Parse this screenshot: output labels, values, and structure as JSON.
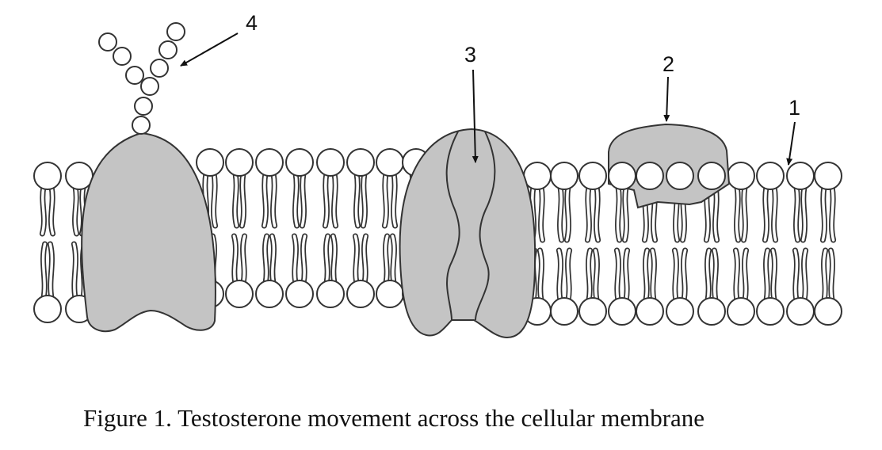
{
  "labels": {
    "phospholipid": "1",
    "peripheral_protein": "2",
    "channel_protein": "3",
    "glycoprotein_chain": "4"
  },
  "caption": "Figure 1. Testosterone movement across the cellular membrane",
  "colors": {
    "protein_fill": "#c4c4c4",
    "outline": "#333333"
  }
}
